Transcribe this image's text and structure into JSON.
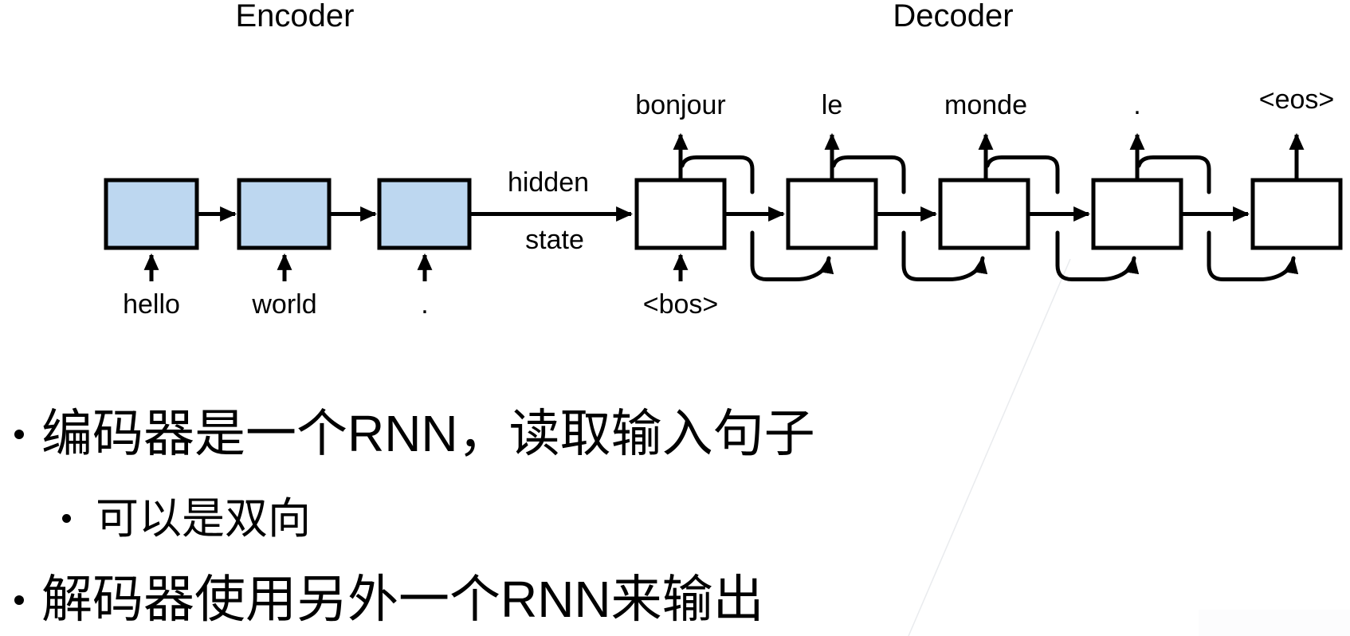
{
  "diagram": {
    "encoder_title": "Encoder",
    "decoder_title": "Decoder",
    "hidden_state_label": {
      "line1": "hidden",
      "line2": "state"
    },
    "encoder_inputs": [
      "hello",
      "world",
      "."
    ],
    "decoder_input": "<bos>",
    "decoder_outputs": [
      "bonjour",
      "le",
      "monde",
      ".",
      "<eos>"
    ],
    "colors": {
      "encoder_box_fill": "#bdd7f0",
      "decoder_box_fill": "#ffffff",
      "line": "#000000"
    }
  },
  "bullets": {
    "item1": "编码器是一个RNN，读取输入句子",
    "item1_sub": "可以是双向",
    "item2": "解码器使用另外一个RNN来输出"
  }
}
